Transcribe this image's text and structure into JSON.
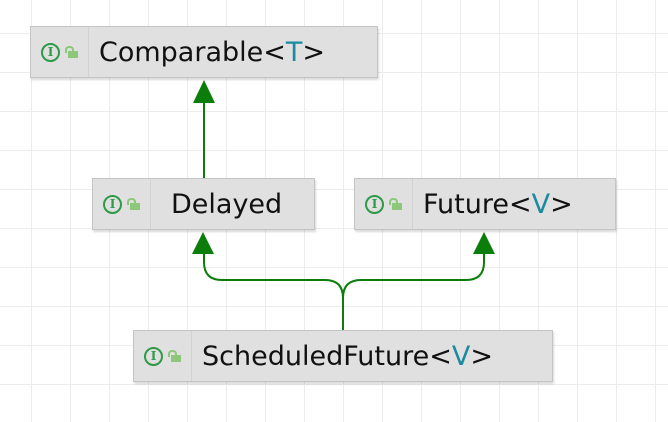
{
  "nodes": [
    {
      "name": "Comparable",
      "type_param": "T",
      "kind": "interface"
    },
    {
      "name": "Delayed",
      "kind": "interface"
    },
    {
      "name": "Future",
      "type_param": "V",
      "kind": "interface"
    },
    {
      "name": "ScheduledFuture",
      "type_param": "V",
      "kind": "interface"
    }
  ],
  "edges": [
    {
      "from": "Delayed",
      "to": "Comparable"
    },
    {
      "from": "ScheduledFuture",
      "to": "Delayed"
    },
    {
      "from": "ScheduledFuture",
      "to": "Future"
    }
  ],
  "colors": {
    "edge": "#0a7d0a",
    "type_param": "#1a8aa0"
  },
  "icons": {
    "kind": "interface-icon",
    "visibility": "unlocked-icon"
  },
  "symbols": {
    "lt": "<",
    "gt": ">",
    "i": "I"
  }
}
